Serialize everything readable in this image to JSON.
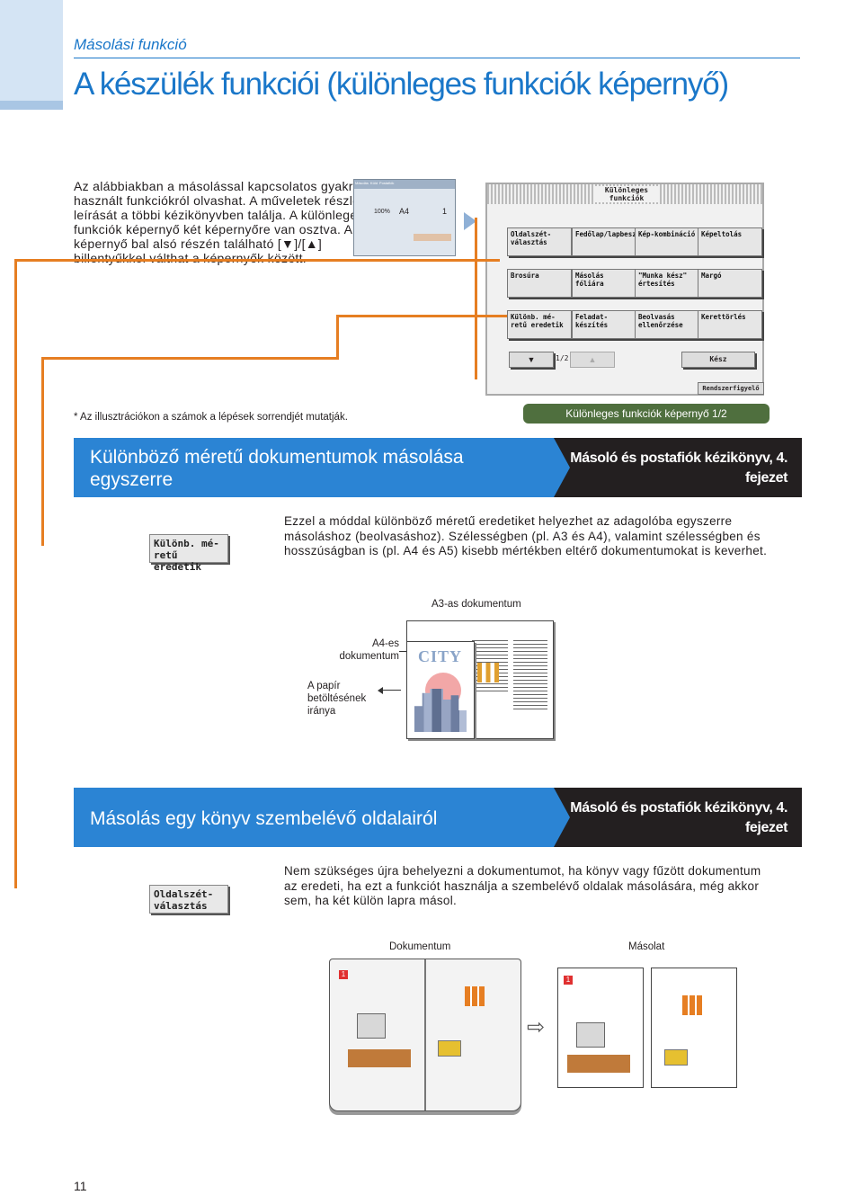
{
  "header": {
    "kicker": "Másolási funkció",
    "title": "A készülék funkciói (különleges funkciók képernyő)"
  },
  "intro": {
    "text": "Az alábbiakban a másolással kapcsolatos gyakran használt funkciókról olvashat. A műveletek részletes leírását a többi kézikönyvben találja. A különleges funkciók képernyő két képernyőre van osztva. A képernyő bal alsó részén található [▼]/[▲] billentyűkkel válthat a képernyők között."
  },
  "screen": {
    "title": "Különleges funkciók",
    "buttons": [
      "Oldalszét-választás",
      "Fedőlap/lapbeszúrás",
      "Kép-kombináció",
      "Képeltolás",
      "Brosúra",
      "Másolás fóliára",
      "\"Munka kész\" értesítés",
      "Margó",
      "Különb. mé-retű eredetik",
      "Feladat-készítés",
      "Beolvasás ellenőrzése",
      "Kerettörlés"
    ],
    "page_indicator": "1/2",
    "done": "Kész",
    "system_monitor": "Rendszerfigyelő",
    "mini": {
      "tab1": "Másolás",
      "tab2": "Küld",
      "tab3": "Postafiók",
      "zoom": "100%",
      "paper": "A4",
      "count": "1"
    }
  },
  "footnote": "* Az illusztrációkon a számok a lépések sorrendjét mutatják.",
  "caption": "Különleges funkciók képernyő 1/2",
  "section1": {
    "title": "Különböző méretű dokumentumok másolása egyszerre",
    "ref": "Másoló és postafiók kézikönyv, 4. fejezet",
    "key": "Különb. mé-retű eredetik",
    "body": "Ezzel a móddal különböző méretű eredetiket helyezhet az adagolóba egyszerre másoláshoz (beolvasáshoz). Szélességben (pl. A3 és A4), valamint szélességben és hosszúságban is (pl. A4 és A5) kisebb mértékben eltérő dokumentumokat is keverhet.",
    "label_a3": "A3-as dokumentum",
    "label_a4": "A4-es dokumentum",
    "label_paper": "A papír betöltésének iránya",
    "city": "CITY"
  },
  "section2": {
    "title": "Másolás egy könyv szembelévő oldalairól",
    "ref": "Másoló és postafiók kézikönyv, 4. fejezet",
    "key": "Oldalszét-választás",
    "body": "Nem szükséges újra behelyezni a dokumentumot, ha könyv vagy fűzött dokumentum az eredeti, ha ezt a funkciót használja a szembelévő oldalak másolására, még akkor sem, ha két külön lapra másol.",
    "label_doc": "Dokumentum",
    "label_copy": "Másolat",
    "page_marker": "1"
  },
  "page_number": "11",
  "colors": {
    "accent": "#1a77c9",
    "header_blue": "#2b84d4",
    "orange": "#e67e22",
    "caption_green": "#4f6f3e"
  }
}
